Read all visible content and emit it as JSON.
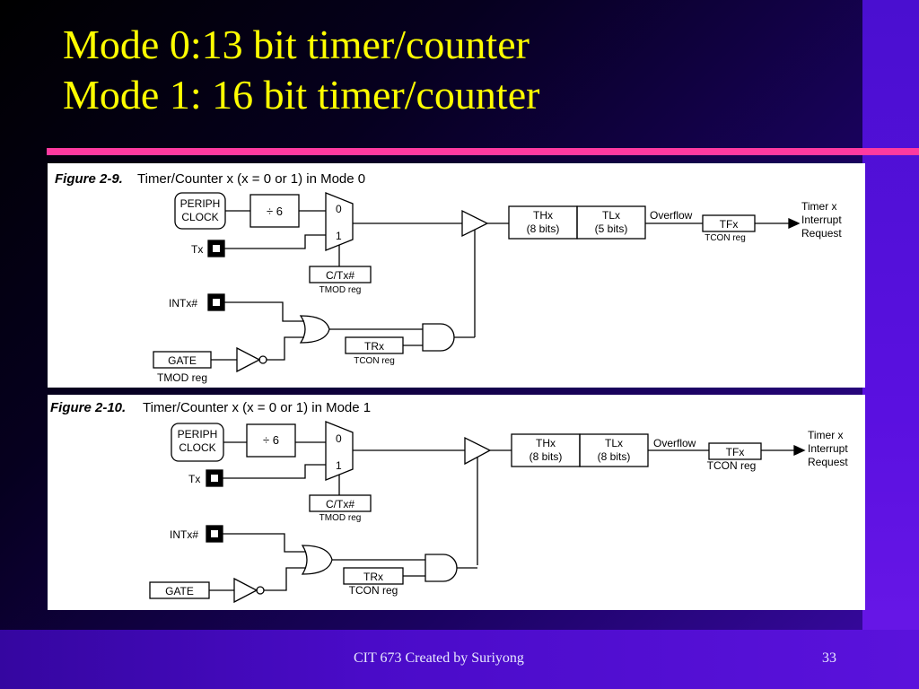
{
  "slide": {
    "title_line1": "Mode 0:13 bit timer/counter",
    "title_line2": "Mode 1: 16 bit timer/counter",
    "footer": "CIT 673 Created by Suriyong",
    "page_number": "33"
  },
  "figures": [
    {
      "caption_number": "Figure 2-9.",
      "caption_text": "Timer/Counter x (x = 0 or 1) in Mode 0",
      "periph_line1": "PERIPH",
      "periph_line2": "CLOCK",
      "divider": "÷ 6",
      "mux_in0": "0",
      "mux_in1": "1",
      "tx_label": "Tx",
      "ctx_label": "C/Tx#",
      "ctx_reg": "TMOD reg",
      "intx_label": "INTx#",
      "gate_label": "GATE",
      "gate_reg": "TMOD reg",
      "trx_label": "TRx",
      "trx_reg": "TCON reg",
      "thx_line1": "THx",
      "thx_line2": "(8 bits)",
      "tlx_line1": "TLx",
      "tlx_line2": "(5 bits)",
      "overflow_label": "Overflow",
      "tfx_label": "TFx",
      "tfx_reg": "TCON reg",
      "interrupt_line1": "Timer x",
      "interrupt_line2": "Interrupt",
      "interrupt_line3": "Request"
    },
    {
      "caption_number": "Figure 2-10.",
      "caption_text": "Timer/Counter x (x = 0 or 1) in Mode 1",
      "periph_line1": "PERIPH",
      "periph_line2": "CLOCK",
      "divider": "÷ 6",
      "mux_in0": "0",
      "mux_in1": "1",
      "tx_label": "Tx",
      "ctx_label": "C/Tx#",
      "ctx_reg": "TMOD reg",
      "intx_label": "INTx#",
      "gate_label": "GATE",
      "gate_reg": "",
      "trx_label": "TRx",
      "trx_reg": "TCON reg",
      "thx_line1": "THx",
      "thx_line2": "(8 bits)",
      "tlx_line1": "TLx",
      "tlx_line2": "(8 bits)",
      "overflow_label": "Overflow",
      "tfx_label": "TFx",
      "tfx_reg": "TCON reg",
      "interrupt_line1": "Timer x",
      "interrupt_line2": "Interrupt",
      "interrupt_line3": "Request"
    }
  ]
}
